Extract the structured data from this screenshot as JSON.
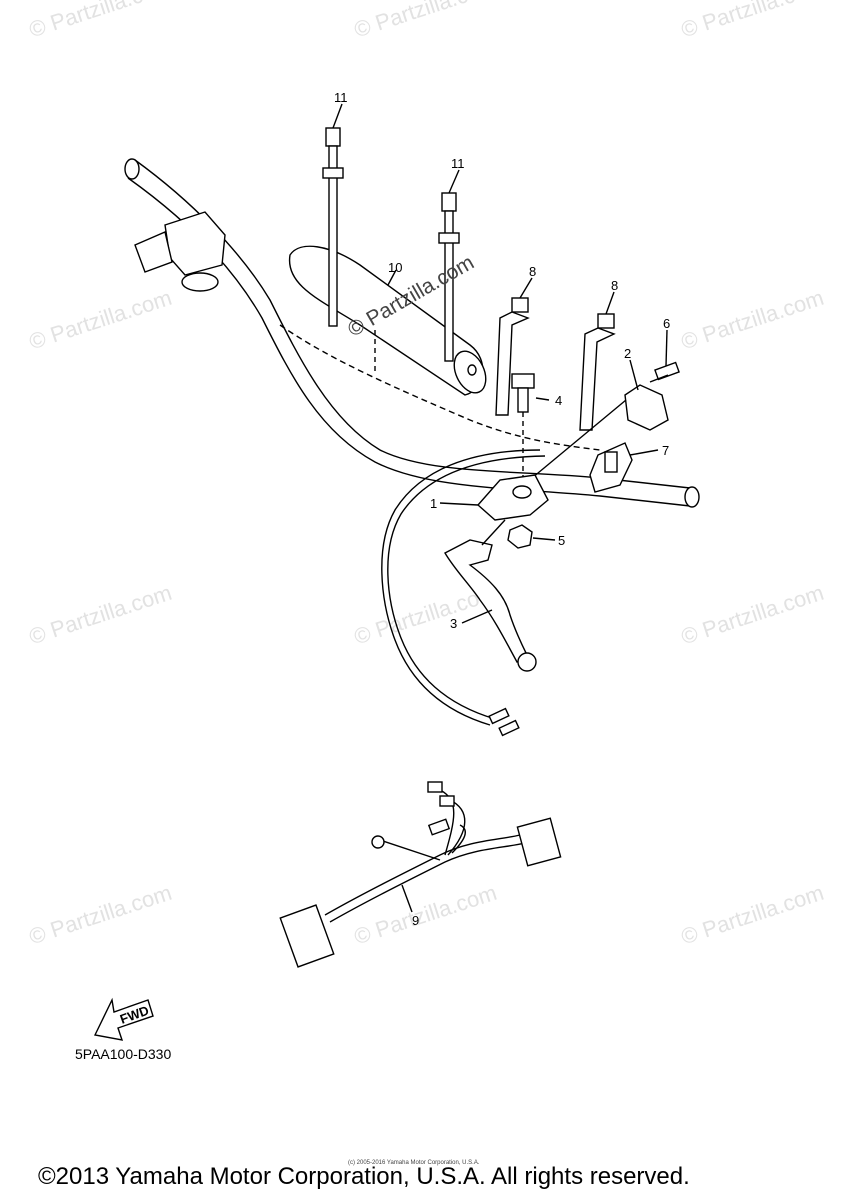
{
  "watermark": "© Partzilla.com",
  "callouts": {
    "c1": "1",
    "c2": "2",
    "c3": "3",
    "c4": "4",
    "c5": "5",
    "c6": "6",
    "c7": "7",
    "c8a": "8",
    "c8b": "8",
    "c9": "9",
    "c10": "10",
    "c11a": "11",
    "c11b": "11"
  },
  "arrow_label": "FWD",
  "diagram_code": "5PAA100-D330",
  "small_print": "(c) 2005-2016 Yamaha Motor Corporation, U.S.A.",
  "copyright": "©2013 Yamaha Motor Corporation, U.S.A. All rights reserved."
}
